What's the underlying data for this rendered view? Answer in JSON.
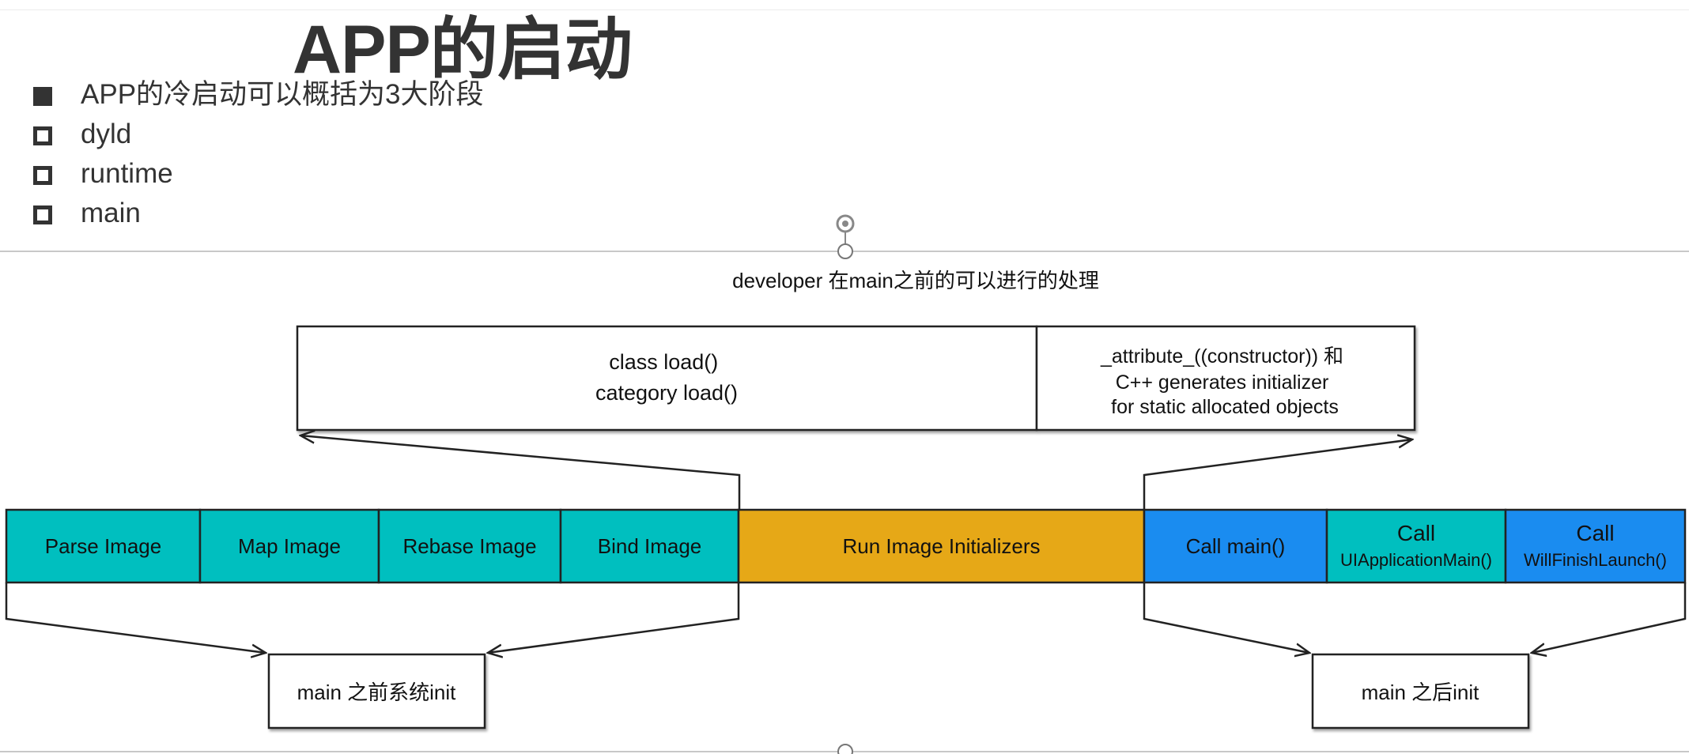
{
  "slide": {
    "title": "APP的启动",
    "bullets": [
      {
        "text": "APP的冷启动可以概括为3大阶段",
        "marker": "filled-square"
      },
      {
        "text": "dyld",
        "marker": "hollow-square"
      },
      {
        "text": "runtime",
        "marker": "hollow-square"
      },
      {
        "text": "main",
        "marker": "hollow-square"
      }
    ]
  },
  "diagram": {
    "heading": "developer 在main之前的可以进行的处理",
    "top_boxes": [
      {
        "lines": [
          "class load()",
          "category load()"
        ]
      },
      {
        "lines": [
          "_attribute_((constructor)) 和",
          "C++ generates initializer",
          "for static allocated objects"
        ]
      }
    ],
    "stages": [
      {
        "lines": [
          "Parse Image"
        ],
        "color": "#00bfbf"
      },
      {
        "lines": [
          "Map Image"
        ],
        "color": "#00bfbf"
      },
      {
        "lines": [
          "Rebase Image"
        ],
        "color": "#00bfbf"
      },
      {
        "lines": [
          "Bind Image"
        ],
        "color": "#00bfbf"
      },
      {
        "lines": [
          "Run Image Initializers"
        ],
        "color": "#e6a817"
      },
      {
        "lines": [
          "Call main()"
        ],
        "color": "#1a8cf0"
      },
      {
        "lines": [
          "Call",
          "UIApplicationMain()"
        ],
        "color": "#00bfbf"
      },
      {
        "lines": [
          "Call",
          "WillFinishLaunch()"
        ],
        "color": "#1a8cf0"
      }
    ],
    "bottom_boxes": [
      {
        "text": "main 之前系统init"
      },
      {
        "text": "main 之后init"
      }
    ]
  },
  "colors": {
    "stroke": "#222222",
    "text": "#111111",
    "teal": "#00bfbf",
    "orange": "#e6a817",
    "blue": "#1a8cf0"
  },
  "icons": {
    "rotate_handle": "rotate-handle-icon",
    "resize_handle": "resize-handle-icon"
  }
}
